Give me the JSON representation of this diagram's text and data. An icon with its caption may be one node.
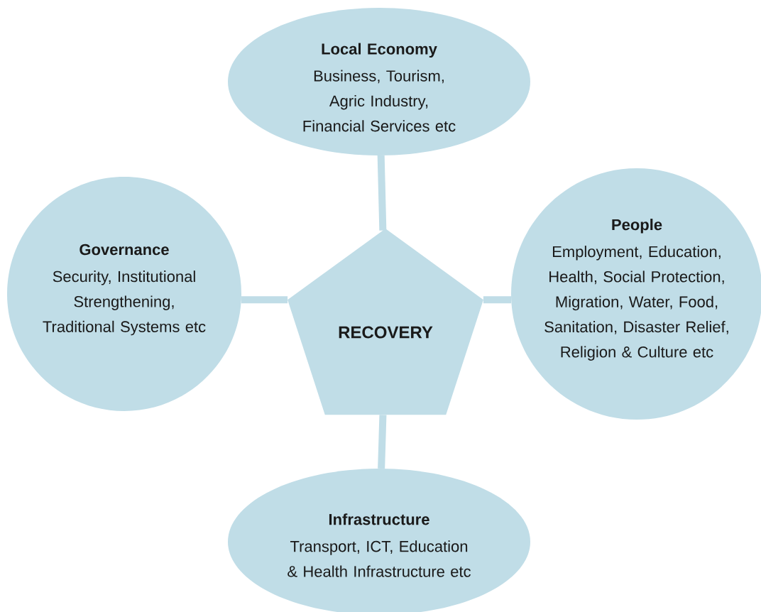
{
  "diagram": {
    "nodes": [
      {
        "text": [
          "Local Economy",
          "Business, Tourism, Agric Industry, Financial Services etc"
        ]
      },
      {
        "text": [
          "Governance",
          "Security, Institutional Strengthening, Traditional Systems etc"
        ]
      },
      {
        "text": [
          "RECOVERY"
        ]
      },
      {
        "text": [
          "People",
          "Employment, Education, Health, Social Protection, Migration, Water, Food, Sanitation, Disaster Relief, Religion & Culture etc"
        ]
      },
      {
        "text": [
          "Infrastructure",
          "Transport, ICT, Education & Health Infrastructure etc"
        ]
      }
    ],
    "edges": [
      {
        "from": 2,
        "to": 0,
        "arrow": "none"
      },
      {
        "from": 2,
        "to": 1,
        "arrow": "none"
      },
      {
        "from": 2,
        "to": 3,
        "arrow": "none"
      },
      {
        "from": 2,
        "to": 4,
        "arrow": "none"
      }
    ]
  }
}
